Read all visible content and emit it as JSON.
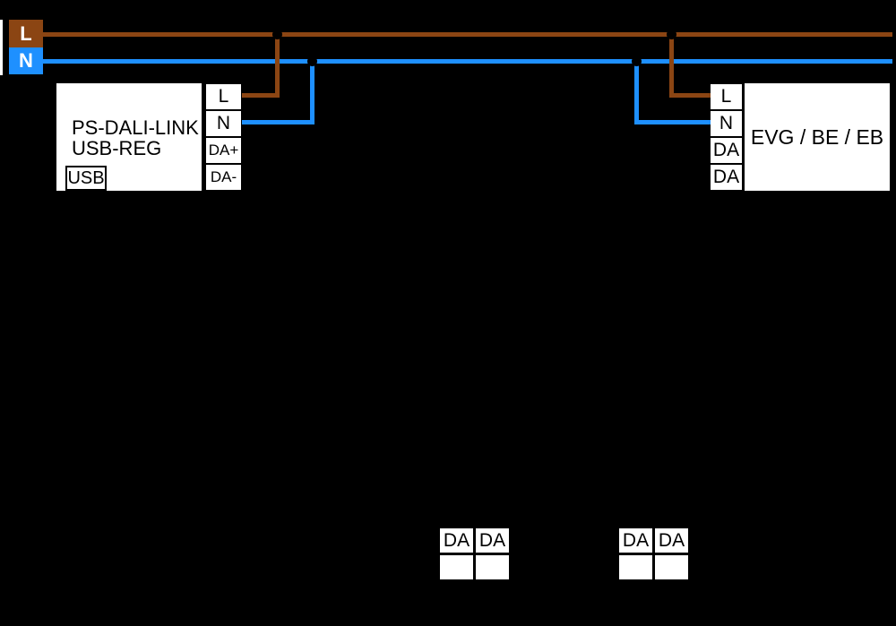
{
  "colors": {
    "background": "#000000",
    "live_wire_brown": "#8B4513",
    "neutral_wire_blue": "#1E90FF",
    "box_fill": "#FFFFFF",
    "box_border": "#000000"
  },
  "supply": {
    "live_label": "L",
    "neutral_label": "N"
  },
  "ps_device": {
    "title_line1": "PS-DALI-LINK",
    "title_line2": "USB-REG",
    "usb_label": "USB",
    "terminals": [
      "L",
      "N",
      "DA+",
      "DA-"
    ]
  },
  "evg_device": {
    "title": "EVG / BE / EB",
    "terminals": [
      "L",
      "N",
      "DA",
      "DA"
    ]
  },
  "dali_devices": [
    {
      "terminals": [
        "DA",
        "DA"
      ]
    },
    {
      "terminals": [
        "DA",
        "DA"
      ]
    }
  ]
}
